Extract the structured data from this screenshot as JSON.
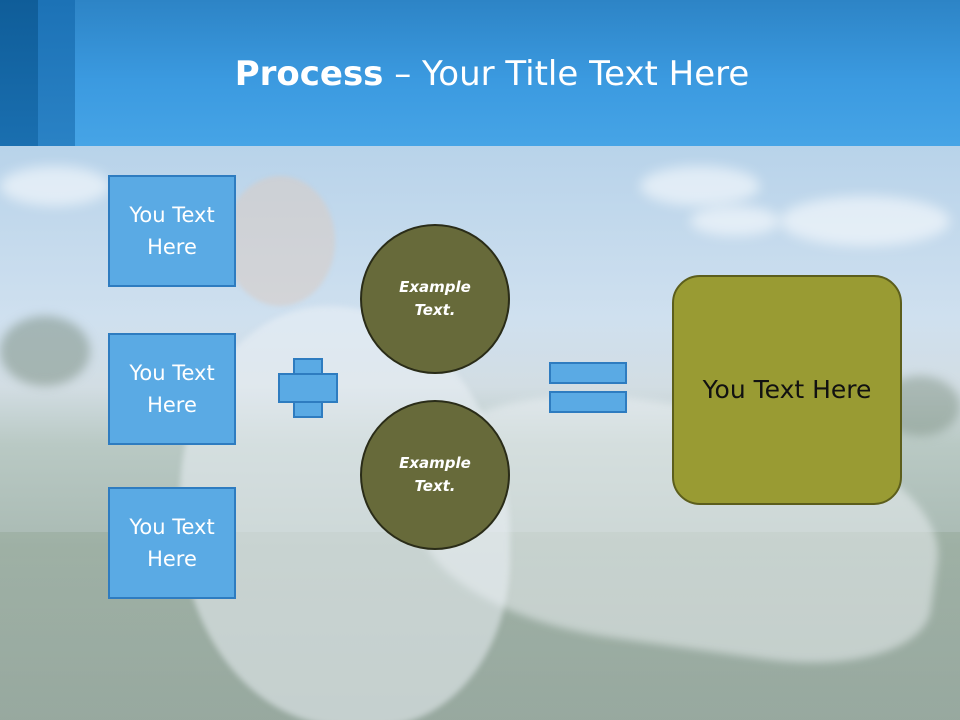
{
  "title": {
    "bold": "Process",
    "rest": " – Your Title Text Here"
  },
  "left_boxes": [
    {
      "label": "You Text Here"
    },
    {
      "label": "You Text Here"
    },
    {
      "label": "You Text Here"
    }
  ],
  "circles": [
    {
      "label": "Example Text."
    },
    {
      "label": "Example Text."
    }
  ],
  "result": {
    "label": "You Text Here"
  },
  "colors": {
    "header": "#3b9ae0",
    "box_fill": "#5aaae4",
    "box_border": "#2e7cc0",
    "circle_fill": "#676a3a",
    "result_fill": "#999b33"
  },
  "icons": [
    "plus-icon",
    "equals-icon"
  ]
}
